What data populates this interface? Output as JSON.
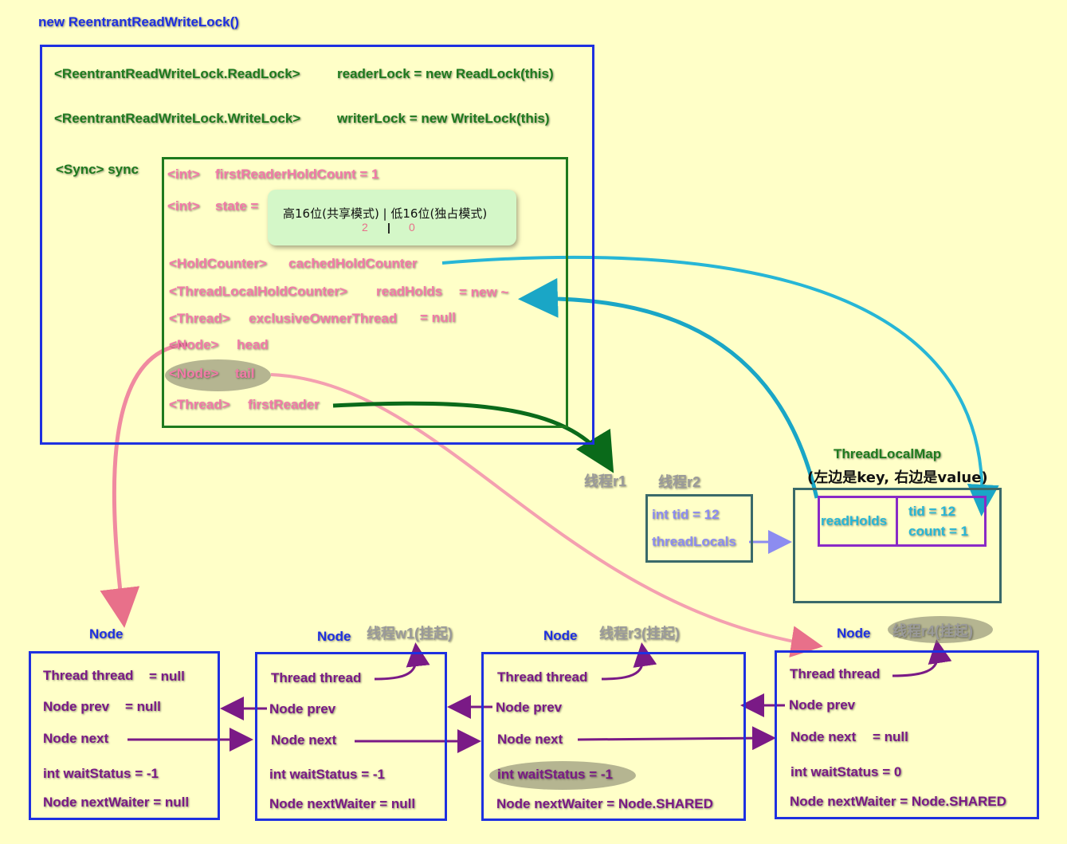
{
  "title": "new ReentrantReadWriteLock()",
  "lock": {
    "read_type": "<ReentrantReadWriteLock.ReadLock>",
    "read_field": "readerLock = new ReadLock(this)",
    "write_type": "<ReentrantReadWriteLock.WriteLock>",
    "write_field": "writerLock = new WriteLock(this)",
    "sync_label": "<Sync> sync"
  },
  "sync": {
    "f1_type": "<int>",
    "f1_name": "firstReaderHoldCount = 1",
    "f2_type": "<int>",
    "f2_name": "state =",
    "state_note_title": "高16位(共享模式) | 低16位(独占模式)",
    "state_high": "2",
    "state_sep": "|",
    "state_low": "0",
    "f3_type": "<HoldCounter>",
    "f3_name": "cachedHoldCounter",
    "f4_type": "<ThreadLocalHoldCounter>",
    "f4_name": "readHolds",
    "f4_value": "= new ~",
    "f5_type": "<Thread>",
    "f5_name": "exclusiveOwnerThread",
    "f5_value": "= null",
    "f6_type": "<Node>",
    "f6_name": "head",
    "f7_type": "<Node>",
    "f7_name": "tail",
    "f8_type": "<Thread>",
    "f8_name": "firstReader"
  },
  "threads": {
    "r1": "线程r1",
    "r2": "线程r2",
    "r2_tid": "int tid = 12",
    "r2_locals": "threadLocals"
  },
  "map": {
    "title": "ThreadLocalMap",
    "subtitle": "(左边是key, 右边是value)",
    "key": "readHolds",
    "tid": "tid = 12",
    "count": "count = 1"
  },
  "nodes": [
    {
      "label": "Node",
      "thread_tag": "",
      "thread": "Thread thread",
      "thread_val": "= null",
      "prev": "Node prev",
      "prev_val": "= null",
      "next": "Node next",
      "next_val": "",
      "wait": "int waitStatus = -1",
      "nextWaiter": "Node nextWaiter = null"
    },
    {
      "label": "Node",
      "thread_tag": "线程w1(挂起)",
      "thread": "Thread thread",
      "thread_val": "",
      "prev": "Node prev",
      "prev_val": "",
      "next": "Node next",
      "next_val": "",
      "wait": "int waitStatus = -1",
      "nextWaiter": "Node nextWaiter = null"
    },
    {
      "label": "Node",
      "thread_tag": "线程r3(挂起)",
      "thread": "Thread thread",
      "thread_val": "",
      "prev": "Node prev",
      "prev_val": "",
      "next": "Node next",
      "next_val": "",
      "wait": "int waitStatus = -1",
      "nextWaiter": "Node nextWaiter = Node.SHARED"
    },
    {
      "label": "Node",
      "thread_tag": "线程r4(挂起)",
      "thread": "Thread thread",
      "thread_val": "",
      "prev": "Node prev",
      "prev_val": "",
      "next": "Node next",
      "next_val": "= null",
      "wait": "int waitStatus = 0",
      "nextWaiter": "Node nextWaiter = Node.SHARED"
    }
  ],
  "colors": {
    "blue_border": "#1e30e0",
    "green_border": "#1e7a1e",
    "pink_arrow": "#f08aa0",
    "cyan_arrow": "#27b6d6",
    "purple_arrow": "#7a1a86",
    "background": "#ffffc8"
  }
}
